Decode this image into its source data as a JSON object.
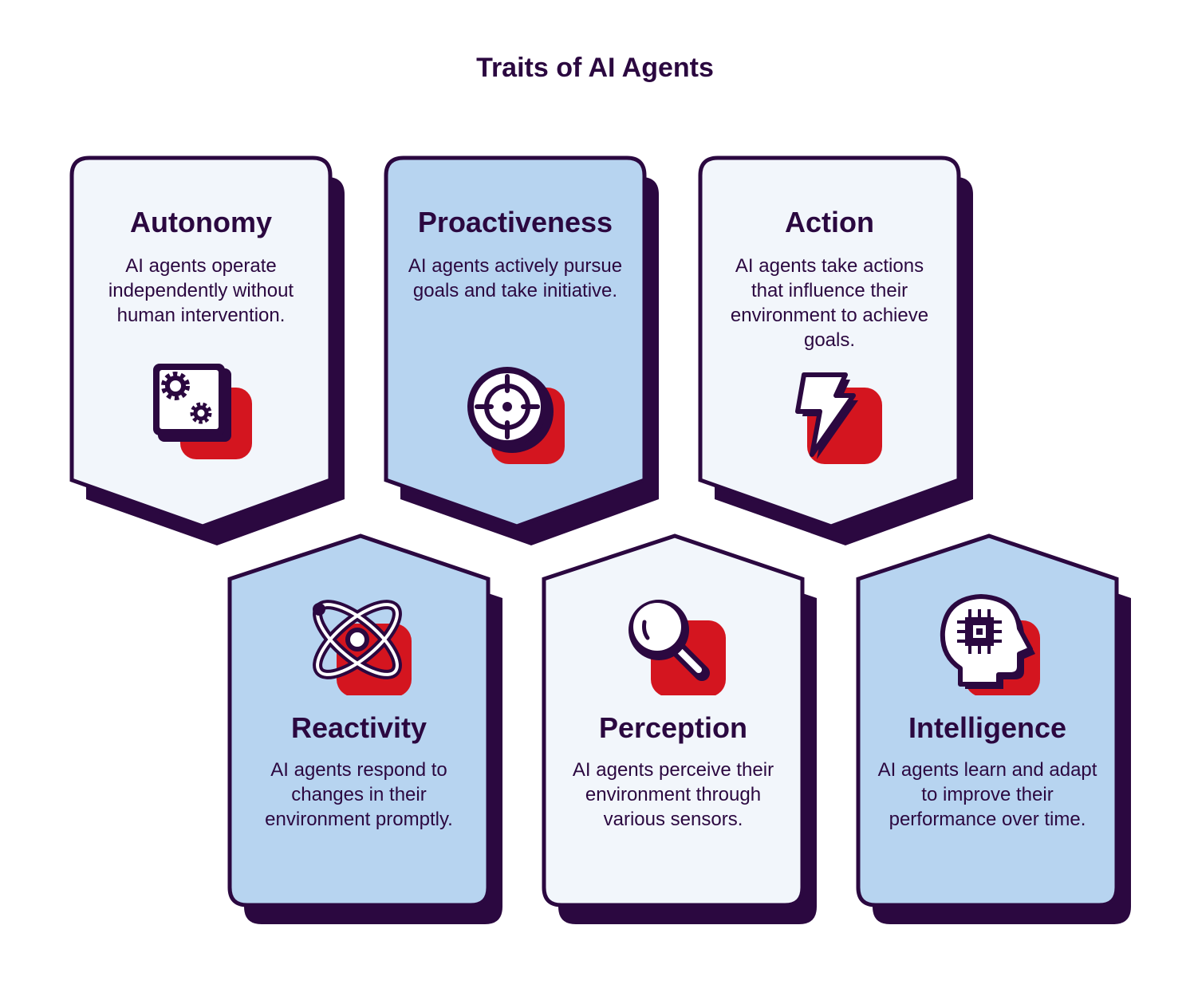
{
  "title": "Traits of AI Agents",
  "colors": {
    "dark": "#2b0840",
    "light": "#f2f6fb",
    "blue": "#b7d4f0",
    "red": "#d4151f"
  },
  "cards": [
    {
      "title": "Autonomy",
      "desc": "AI agents operate independently without human intervention.",
      "icon": "gears-icon"
    },
    {
      "title": "Proactiveness",
      "desc": "AI agents actively pursue goals and take initiative.",
      "icon": "target-icon"
    },
    {
      "title": "Action",
      "desc": "AI agents take actions that influence their environment to achieve goals.",
      "icon": "lightning-icon"
    },
    {
      "title": "Reactivity",
      "desc": "AI agents respond to changes in their environment promptly.",
      "icon": "atom-icon"
    },
    {
      "title": "Perception",
      "desc": "AI agents perceive their environment through various sensors.",
      "icon": "magnifier-icon"
    },
    {
      "title": "Intelligence",
      "desc": "AI agents learn and adapt to improve their performance over time.",
      "icon": "brain-chip-icon"
    }
  ]
}
